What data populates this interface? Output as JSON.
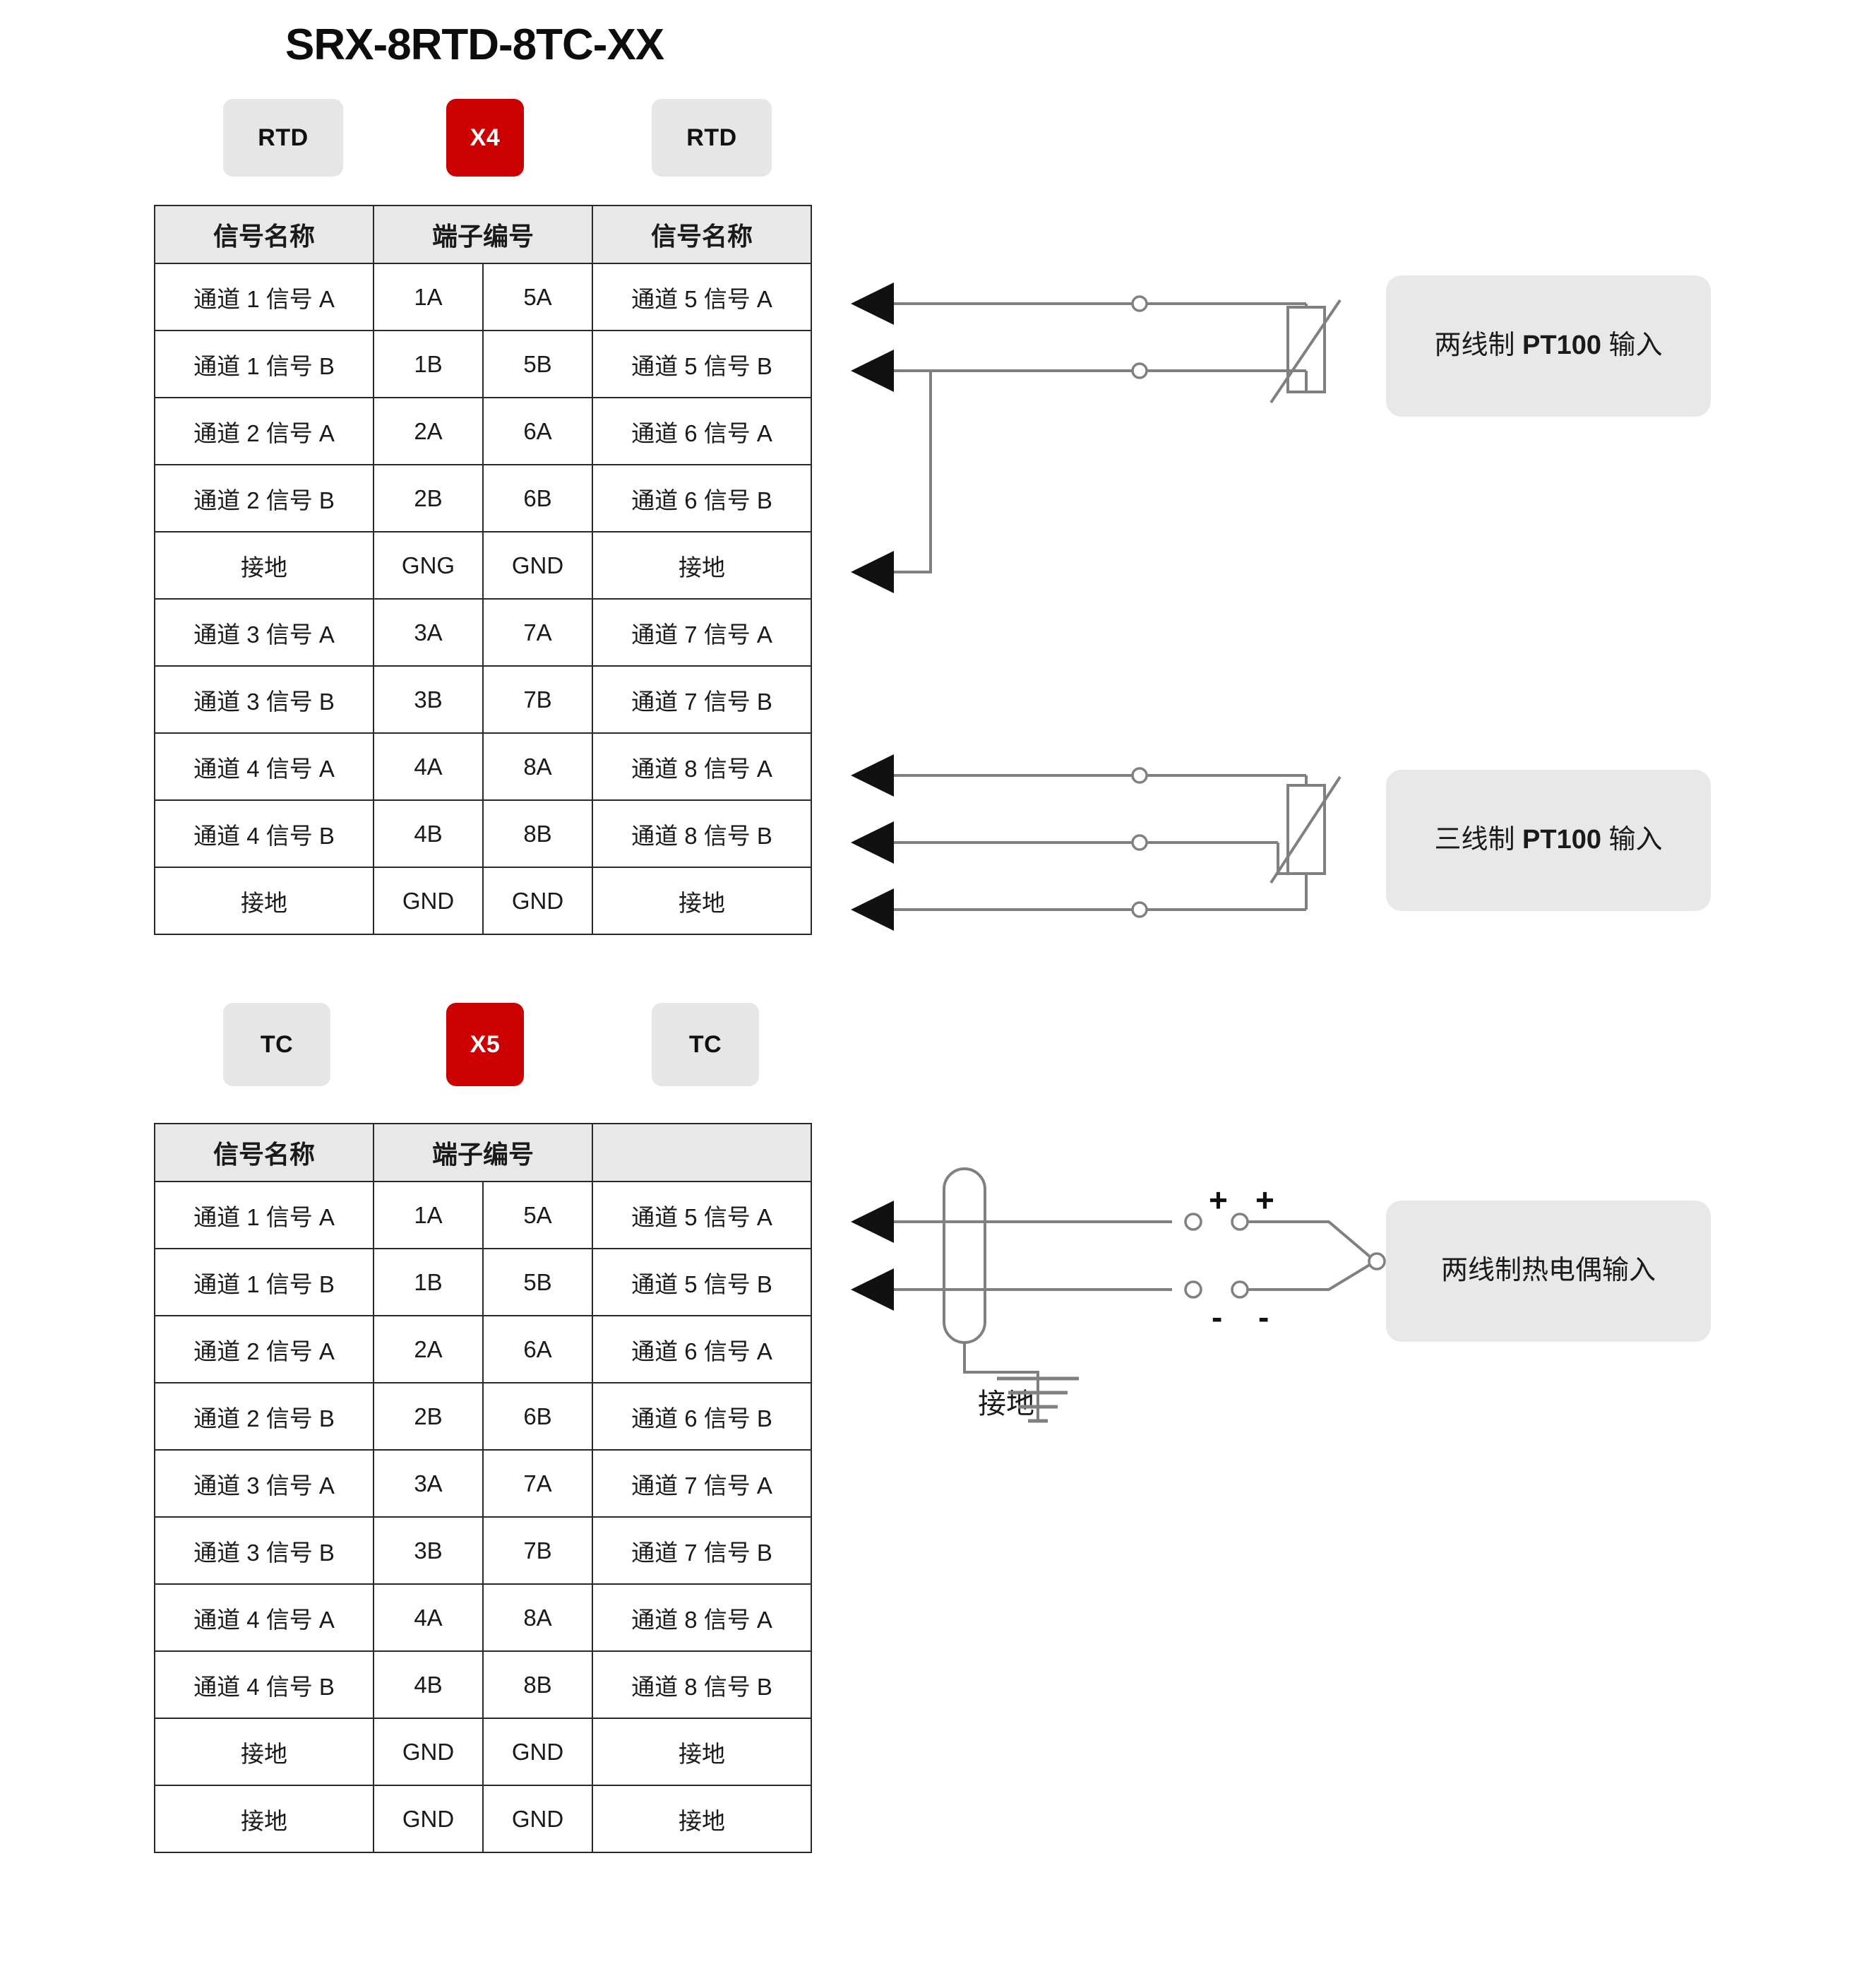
{
  "title": "SRX-8RTD-8TC-XX",
  "sections": [
    {
      "id": "rtd",
      "badges": [
        {
          "label": "RTD",
          "style": "grey"
        },
        {
          "label": "X4",
          "style": "red"
        },
        {
          "label": "RTD",
          "style": "grey"
        }
      ],
      "headers": [
        "信号名称",
        "端子编号",
        "信号名称"
      ],
      "rows": [
        [
          "通道 1 信号 A",
          "1A",
          "5A",
          "通道 5 信号 A"
        ],
        [
          "通道 1 信号 B",
          "1B",
          "5B",
          "通道 5 信号 B"
        ],
        [
          "通道 2 信号 A",
          "2A",
          "6A",
          "通道 6 信号 A"
        ],
        [
          "通道 2 信号 B",
          "2B",
          "6B",
          "通道 6 信号 B"
        ],
        [
          "接地",
          "GNG",
          "GND",
          "接地"
        ],
        [
          "通道 3 信号 A",
          "3A",
          "7A",
          "通道 7 信号 A"
        ],
        [
          "通道 3 信号 B",
          "3B",
          "7B",
          "通道 7 信号 B"
        ],
        [
          "通道 4 信号 A",
          "4A",
          "8A",
          "通道 8 信号 A"
        ],
        [
          "通道 4 信号 B",
          "4B",
          "8B",
          "通道 8 信号 B"
        ],
        [
          "接地",
          "GND",
          "GND",
          "接地"
        ]
      ],
      "callouts": [
        {
          "prefix": "两线制 ",
          "bold": "PT100",
          "suffix": " 输入"
        },
        {
          "prefix": "三线制 ",
          "bold": "PT100",
          "suffix": " 输入"
        }
      ]
    },
    {
      "id": "tc",
      "badges": [
        {
          "label": "TC",
          "style": "grey"
        },
        {
          "label": "X5",
          "style": "red"
        },
        {
          "label": "TC",
          "style": "grey"
        }
      ],
      "headers": [
        "信号名称",
        "端子编号",
        ""
      ],
      "rows": [
        [
          "通道 1 信号 A",
          "1A",
          "5A",
          "通道 5 信号 A"
        ],
        [
          "通道 1 信号 B",
          "1B",
          "5B",
          "通道 5 信号 B"
        ],
        [
          "通道 2 信号 A",
          "2A",
          "6A",
          "通道 6 信号 A"
        ],
        [
          "通道 2 信号 B",
          "2B",
          "6B",
          "通道 6 信号 B"
        ],
        [
          "通道 3 信号 A",
          "3A",
          "7A",
          "通道 7 信号 A"
        ],
        [
          "通道 3 信号 B",
          "3B",
          "7B",
          "通道 7 信号 B"
        ],
        [
          "通道 4 信号 A",
          "4A",
          "8A",
          "通道 8 信号 A"
        ],
        [
          "通道 4 信号 B",
          "4B",
          "8B",
          "通道 8 信号 B"
        ],
        [
          "接地",
          "GND",
          "GND",
          "接地"
        ],
        [
          "接地",
          "GND",
          "GND",
          "接地"
        ]
      ],
      "callouts": [
        {
          "prefix": "",
          "bold": "",
          "suffix": "两线制热电偶输入"
        }
      ],
      "ground_label": "接地",
      "polarity": {
        "plus": "+",
        "minus": "-"
      }
    }
  ],
  "colors": {
    "accent_red": "#cc0000",
    "badge_grey": "#e6e6e6",
    "callout_grey": "#e8e8e8",
    "table_border": "#2a2a2a",
    "header_fill": "#e8e8e8",
    "wire": "#808080",
    "arrow": "#111111"
  }
}
